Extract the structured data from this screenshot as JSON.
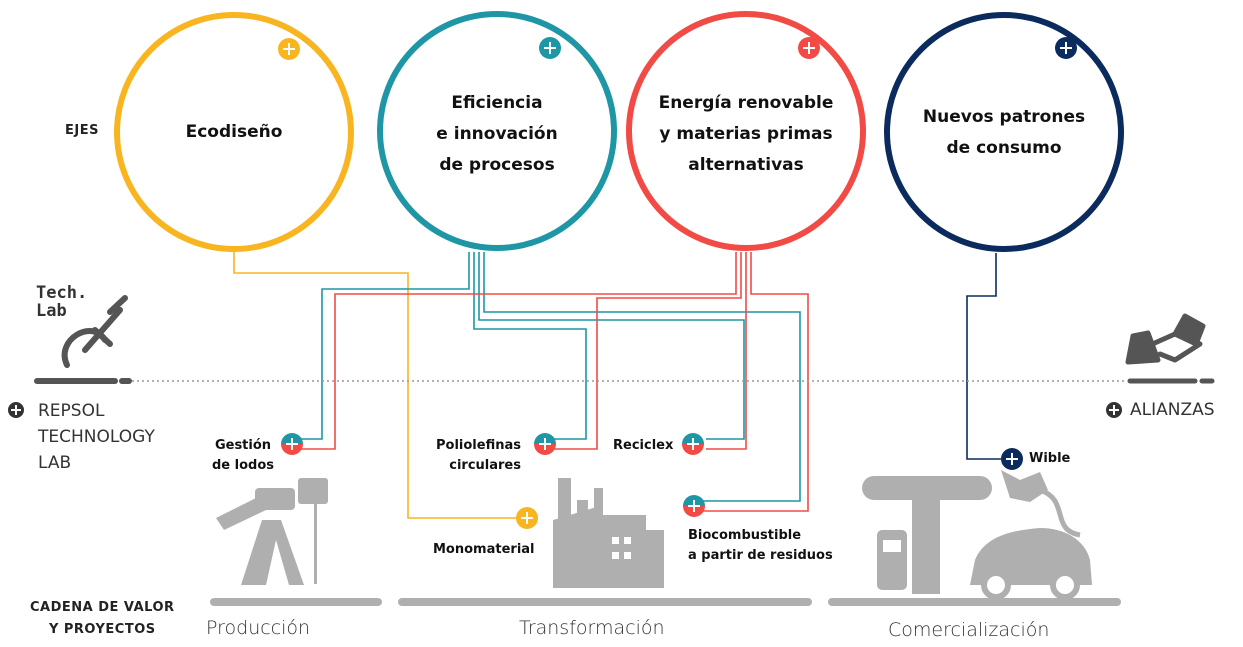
{
  "left_captions": {
    "ejes": "EJES",
    "cadena_line1": "CADENA DE VALOR",
    "cadena_line2": "Y PROYECTOS"
  },
  "axes": [
    {
      "lines": [
        "Ecodiseño"
      ],
      "color": "#F9B520"
    },
    {
      "lines": [
        "Eficiencia",
        "e innovación",
        "de procesos"
      ],
      "color": "#1E96A6"
    },
    {
      "lines": [
        "Energía renovable",
        "y materias primas",
        "alternativas"
      ],
      "color": "#F24B46"
    },
    {
      "lines": [
        "Nuevos patrones",
        "de consumo"
      ],
      "color": "#0B2B5E"
    }
  ],
  "techlab": {
    "logo_text": "Tech.\nLab",
    "link_lines": [
      "REPSOL",
      "TECHNOLOGY",
      "LAB"
    ]
  },
  "alianzas": {
    "link": "ALIANZAS"
  },
  "projects": {
    "gestion": [
      "Gestión",
      "de lodos"
    ],
    "poliolefinas": [
      "Poliolefinas",
      "circulares"
    ],
    "reciclex": "Reciclex",
    "biocombustible": [
      "Biocombustible",
      "a partir de residuos"
    ],
    "monomaterial": "Monomaterial",
    "wible": "Wible"
  },
  "stages": {
    "produccion": "Producción",
    "transformacion": "Transformación",
    "comercializacion": "Comercialización"
  },
  "colors": {
    "yellow": "#F9B520",
    "teal": "#1E96A6",
    "red": "#F24B46",
    "navy": "#0B2B5E",
    "grey": "#AFAFAF",
    "dark_grey": "#555555"
  }
}
